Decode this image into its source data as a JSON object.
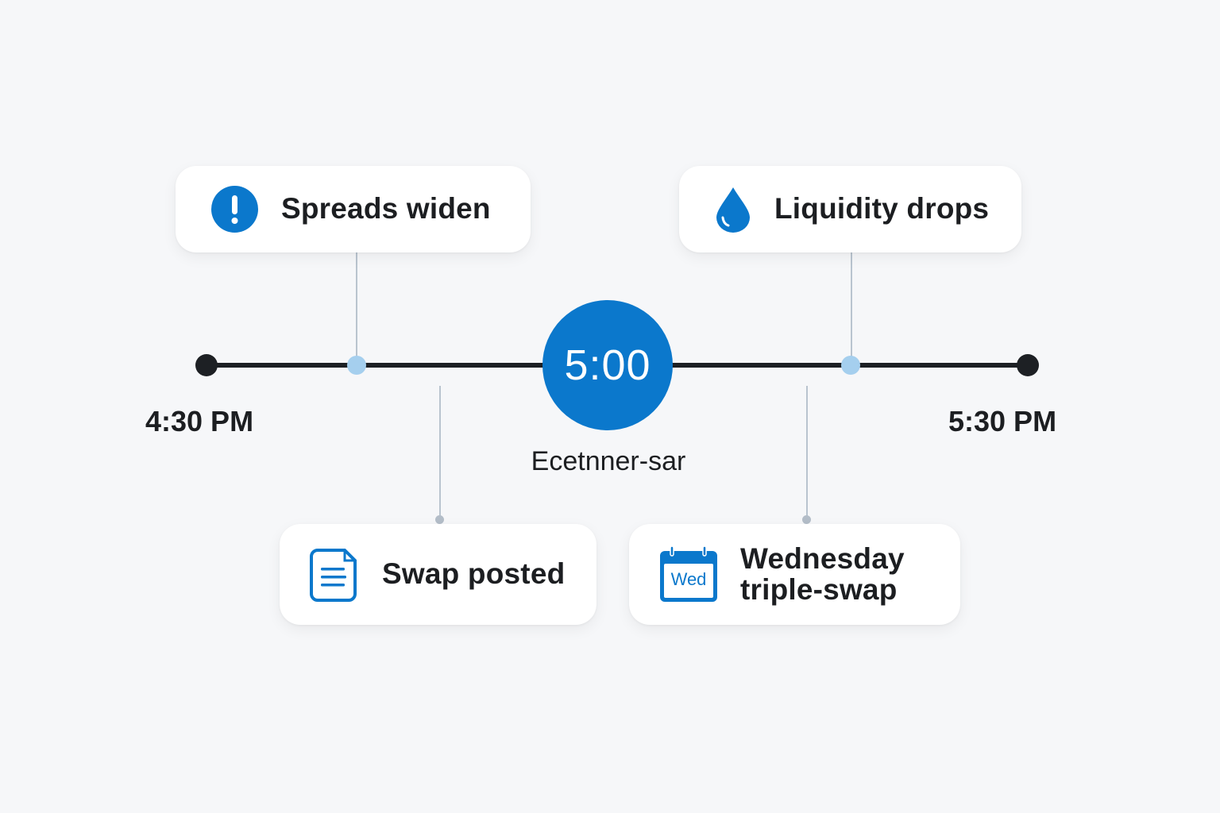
{
  "timeline": {
    "start_label": "4:30 PM",
    "end_label": "5:30 PM",
    "center_time": "5:00",
    "center_caption": "Ecetnner-sar"
  },
  "events_top": [
    {
      "label": "Spreads widen",
      "icon": "exclamation-circle-icon"
    },
    {
      "label": "Liquidity drops",
      "icon": "water-drop-icon"
    }
  ],
  "events_bottom": [
    {
      "label": "Swap posted",
      "icon": "document-icon"
    },
    {
      "label_line1": "Wednesday",
      "label_line2": "triple-swap",
      "icon": "calendar-icon",
      "icon_text": "Wed"
    }
  ],
  "colors": {
    "accent": "#0b78cc",
    "event_dot": "#a5cfee",
    "axis": "#1d2024",
    "background": "#f6f7f9"
  }
}
